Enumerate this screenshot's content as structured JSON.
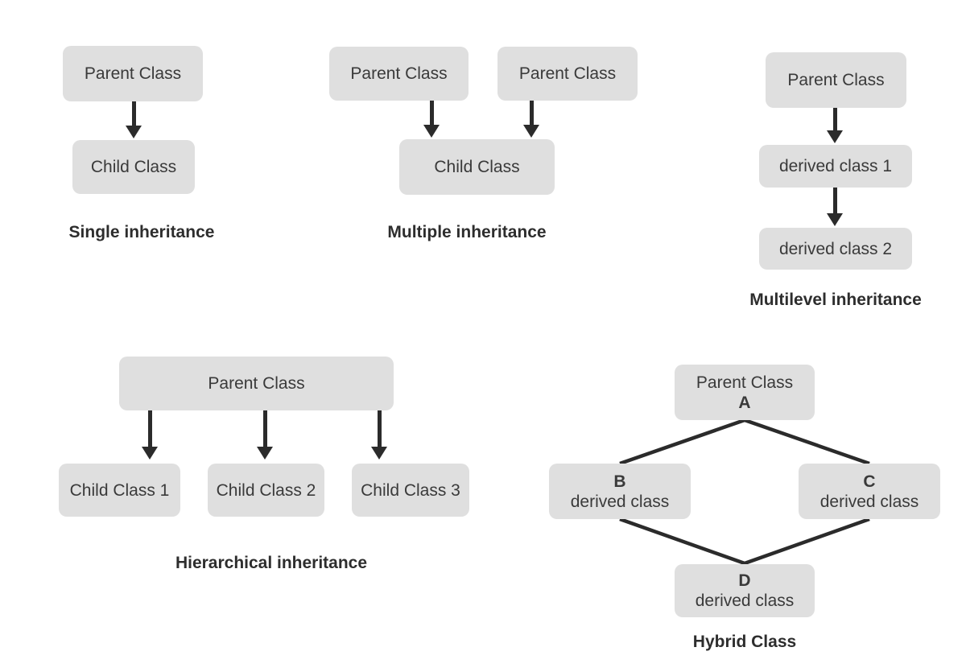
{
  "colors": {
    "background": "#ffffff",
    "box_fill": "#dfdfdf",
    "box_text": "#3a3a3a",
    "label_text": "#2d2d2d",
    "connector": "#2b2b2b"
  },
  "single": {
    "parent": "Parent Class",
    "child": "Child Class",
    "label": "Single inheritance"
  },
  "multiple": {
    "parent_left": "Parent Class",
    "parent_right": "Parent Class",
    "child": "Child Class",
    "label": "Multiple inheritance"
  },
  "multilevel": {
    "parent": "Parent Class",
    "derived1": "derived class 1",
    "derived2": "derived class 2",
    "label": "Multilevel inheritance"
  },
  "hierarchical": {
    "parent": "Parent Class",
    "child1": "Child Class 1",
    "child2": "Child Class 2",
    "child3": "Child Class 3",
    "label": "Hierarchical inheritance"
  },
  "hybrid": {
    "parent": "Parent Class",
    "parent_letter": "A",
    "left_letter": "B",
    "left": "derived class",
    "right_letter": "C",
    "right": "derived class",
    "bottom_letter": "D",
    "bottom": "derived class",
    "label": "Hybrid Class"
  }
}
